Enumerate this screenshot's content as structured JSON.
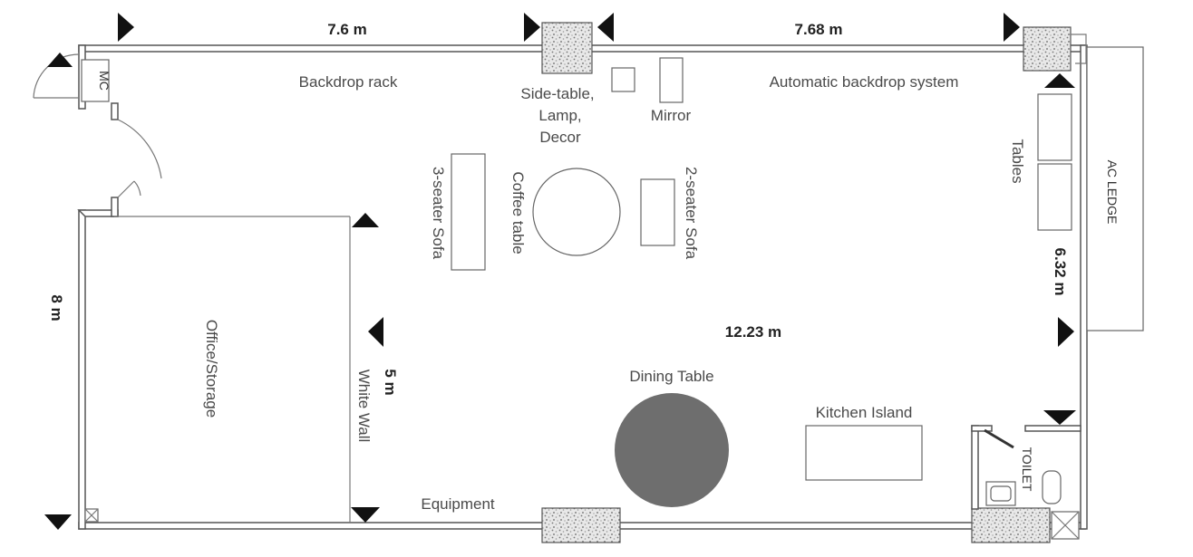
{
  "dimensions": {
    "top_left": "7.6 m",
    "top_right": "7.68 m",
    "left_height": "8 m",
    "right_height": "6.32 m",
    "center_length": "12.23 m",
    "white_wall_length": "5 m"
  },
  "rooms": {
    "mc": "MC",
    "office": "Office/Storage",
    "toilet": "TOILET",
    "ac_ledge": "AC LEDGE",
    "white_wall": "White Wall"
  },
  "furniture": {
    "backdrop_rack": "Backdrop rack",
    "side_table_line1": "Side-table,",
    "side_table_line2": "Lamp,",
    "side_table_line3": "Decor",
    "mirror": "Mirror",
    "automatic_backdrop": "Automatic backdrop system",
    "tables": "Tables",
    "three_seater": "3-seater Sofa",
    "coffee_table": "Coffee table",
    "two_seater": "2-seater Sofa",
    "dining_table": "Dining Table",
    "kitchen_island": "Kitchen Island",
    "equipment": "Equipment"
  },
  "colors": {
    "wall": "#555555",
    "dining_table": "#6e6e6e",
    "marker": "#111111",
    "column_speckle": "#9a9a9a"
  }
}
